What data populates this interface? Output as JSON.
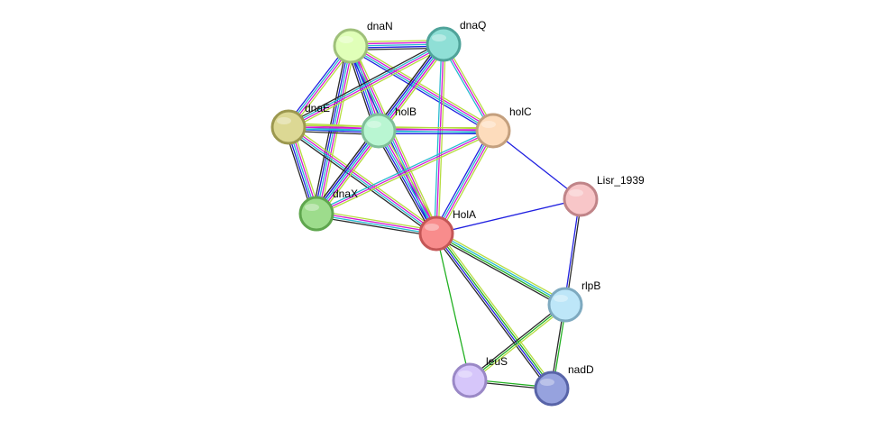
{
  "nodes": [
    {
      "id": "dnaN",
      "label": "dnaN",
      "fill": "#e0ffb8",
      "stroke": "#9fc07a"
    },
    {
      "id": "dnaQ",
      "label": "dnaQ",
      "fill": "#8fdfd6",
      "stroke": "#4fa39a"
    },
    {
      "id": "dnaE",
      "label": "dnaE",
      "fill": "#dcd894",
      "stroke": "#9c984f"
    },
    {
      "id": "holB",
      "label": "holB",
      "fill": "#b9f6d2",
      "stroke": "#7fbf98"
    },
    {
      "id": "holC",
      "label": "holC",
      "fill": "#fddcbc",
      "stroke": "#c4a07e"
    },
    {
      "id": "dnaX",
      "label": "dnaX",
      "fill": "#9ddc8c",
      "stroke": "#5fa64e"
    },
    {
      "id": "HolA",
      "label": "HolA",
      "fill": "#f88c8c",
      "stroke": "#c45656"
    },
    {
      "id": "Lisr_1939",
      "label": "Lisr_1939",
      "fill": "#f8c6c8",
      "stroke": "#c08488"
    },
    {
      "id": "rlpB",
      "label": "rlpB",
      "fill": "#bde6f8",
      "stroke": "#7eaac0"
    },
    {
      "id": "leuS",
      "label": "leuS",
      "fill": "#d6c6fa",
      "stroke": "#9a88c6"
    },
    {
      "id": "nadD",
      "label": "nadD",
      "fill": "#96a2de",
      "stroke": "#5864a8"
    }
  ],
  "edge_colors": {
    "neighborhood": "#22b022",
    "coexpression": "#2a2a2a",
    "experiments": "#d41ad4",
    "databases": "#27bbd0",
    "textmining": "#b6dc40",
    "fusion": "#3a3ae6",
    "cooccurrence": "#2020e0"
  },
  "edges": [
    {
      "source": "dnaN",
      "target": "dnaQ",
      "evidence": [
        "textmining",
        "experiments",
        "databases",
        "cooccurrence",
        "coexpression"
      ]
    },
    {
      "source": "dnaN",
      "target": "dnaE",
      "evidence": [
        "textmining",
        "experiments",
        "databases",
        "cooccurrence"
      ]
    },
    {
      "source": "dnaN",
      "target": "holB",
      "evidence": [
        "textmining",
        "experiments",
        "databases",
        "cooccurrence",
        "coexpression"
      ]
    },
    {
      "source": "dnaN",
      "target": "holC",
      "evidence": [
        "textmining",
        "experiments",
        "databases",
        "cooccurrence"
      ]
    },
    {
      "source": "dnaN",
      "target": "dnaX",
      "evidence": [
        "textmining",
        "experiments",
        "databases",
        "cooccurrence",
        "coexpression"
      ]
    },
    {
      "source": "dnaN",
      "target": "HolA",
      "evidence": [
        "textmining",
        "experiments",
        "databases",
        "cooccurrence"
      ]
    },
    {
      "source": "dnaQ",
      "target": "dnaE",
      "evidence": [
        "textmining",
        "experiments",
        "databases",
        "coexpression"
      ]
    },
    {
      "source": "dnaQ",
      "target": "holB",
      "evidence": [
        "textmining",
        "experiments",
        "databases",
        "cooccurrence",
        "coexpression"
      ]
    },
    {
      "source": "dnaQ",
      "target": "holC",
      "evidence": [
        "textmining",
        "experiments",
        "databases"
      ]
    },
    {
      "source": "dnaQ",
      "target": "dnaX",
      "evidence": [
        "textmining",
        "experiments",
        "databases",
        "cooccurrence",
        "coexpression"
      ]
    },
    {
      "source": "dnaQ",
      "target": "HolA",
      "evidence": [
        "textmining",
        "experiments",
        "databases"
      ]
    },
    {
      "source": "dnaE",
      "target": "holB",
      "evidence": [
        "textmining",
        "experiments",
        "databases",
        "cooccurrence",
        "coexpression"
      ]
    },
    {
      "source": "dnaE",
      "target": "holC",
      "evidence": [
        "textmining",
        "experiments",
        "databases"
      ]
    },
    {
      "source": "dnaE",
      "target": "dnaX",
      "evidence": [
        "textmining",
        "experiments",
        "databases",
        "cooccurrence",
        "coexpression"
      ]
    },
    {
      "source": "dnaE",
      "target": "HolA",
      "evidence": [
        "textmining",
        "experiments",
        "databases",
        "coexpression"
      ]
    },
    {
      "source": "holB",
      "target": "holC",
      "evidence": [
        "textmining",
        "experiments",
        "databases",
        "cooccurrence"
      ]
    },
    {
      "source": "holB",
      "target": "dnaX",
      "evidence": [
        "textmining",
        "experiments",
        "databases",
        "cooccurrence",
        "coexpression"
      ]
    },
    {
      "source": "holB",
      "target": "HolA",
      "evidence": [
        "textmining",
        "experiments",
        "databases",
        "cooccurrence",
        "coexpression"
      ]
    },
    {
      "source": "holC",
      "target": "dnaX",
      "evidence": [
        "textmining",
        "experiments",
        "databases"
      ]
    },
    {
      "source": "holC",
      "target": "HolA",
      "evidence": [
        "textmining",
        "experiments",
        "databases",
        "cooccurrence"
      ]
    },
    {
      "source": "holC",
      "target": "Lisr_1939",
      "evidence": [
        "cooccurrence"
      ]
    },
    {
      "source": "dnaX",
      "target": "HolA",
      "evidence": [
        "textmining",
        "experiments",
        "databases",
        "coexpression"
      ]
    },
    {
      "source": "HolA",
      "target": "Lisr_1939",
      "evidence": [
        "cooccurrence"
      ]
    },
    {
      "source": "HolA",
      "target": "rlpB",
      "evidence": [
        "textmining",
        "databases",
        "neighborhood",
        "coexpression"
      ]
    },
    {
      "source": "HolA",
      "target": "nadD",
      "evidence": [
        "textmining",
        "neighborhood",
        "cooccurrence",
        "coexpression"
      ]
    },
    {
      "source": "HolA",
      "target": "leuS",
      "evidence": [
        "neighborhood"
      ]
    },
    {
      "source": "Lisr_1939",
      "target": "rlpB",
      "evidence": [
        "coexpression",
        "cooccurrence"
      ]
    },
    {
      "source": "rlpB",
      "target": "leuS",
      "evidence": [
        "textmining",
        "neighborhood",
        "coexpression"
      ]
    },
    {
      "source": "rlpB",
      "target": "nadD",
      "evidence": [
        "neighborhood",
        "coexpression"
      ]
    },
    {
      "source": "leuS",
      "target": "nadD",
      "evidence": [
        "neighborhood",
        "coexpression"
      ]
    }
  ]
}
